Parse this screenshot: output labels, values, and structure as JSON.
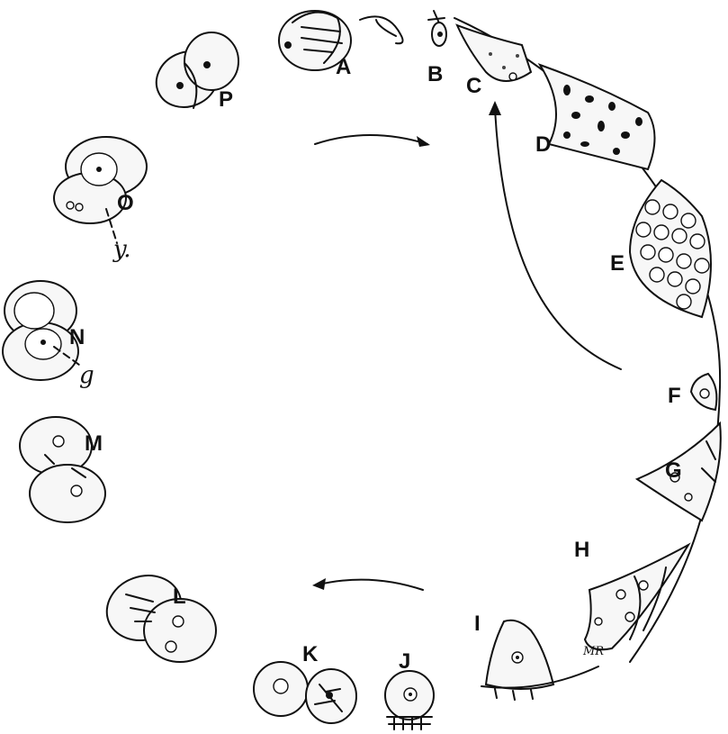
{
  "stages": [
    {
      "id": "A",
      "text": "A"
    },
    {
      "id": "B",
      "text": "B"
    },
    {
      "id": "C",
      "text": "C"
    },
    {
      "id": "D",
      "text": "D"
    },
    {
      "id": "E",
      "text": "E"
    },
    {
      "id": "F",
      "text": "F"
    },
    {
      "id": "G",
      "text": "G"
    },
    {
      "id": "H",
      "text": "H"
    },
    {
      "id": "I",
      "text": "I"
    },
    {
      "id": "J",
      "text": "J"
    },
    {
      "id": "K",
      "text": "K"
    },
    {
      "id": "L",
      "text": "L"
    },
    {
      "id": "M",
      "text": "M"
    },
    {
      "id": "N",
      "text": "N"
    },
    {
      "id": "O",
      "text": "O"
    },
    {
      "id": "P",
      "text": "P"
    }
  ],
  "annotations": {
    "o_pointer": "y.",
    "n_pointer": "g",
    "signature": "MR"
  }
}
